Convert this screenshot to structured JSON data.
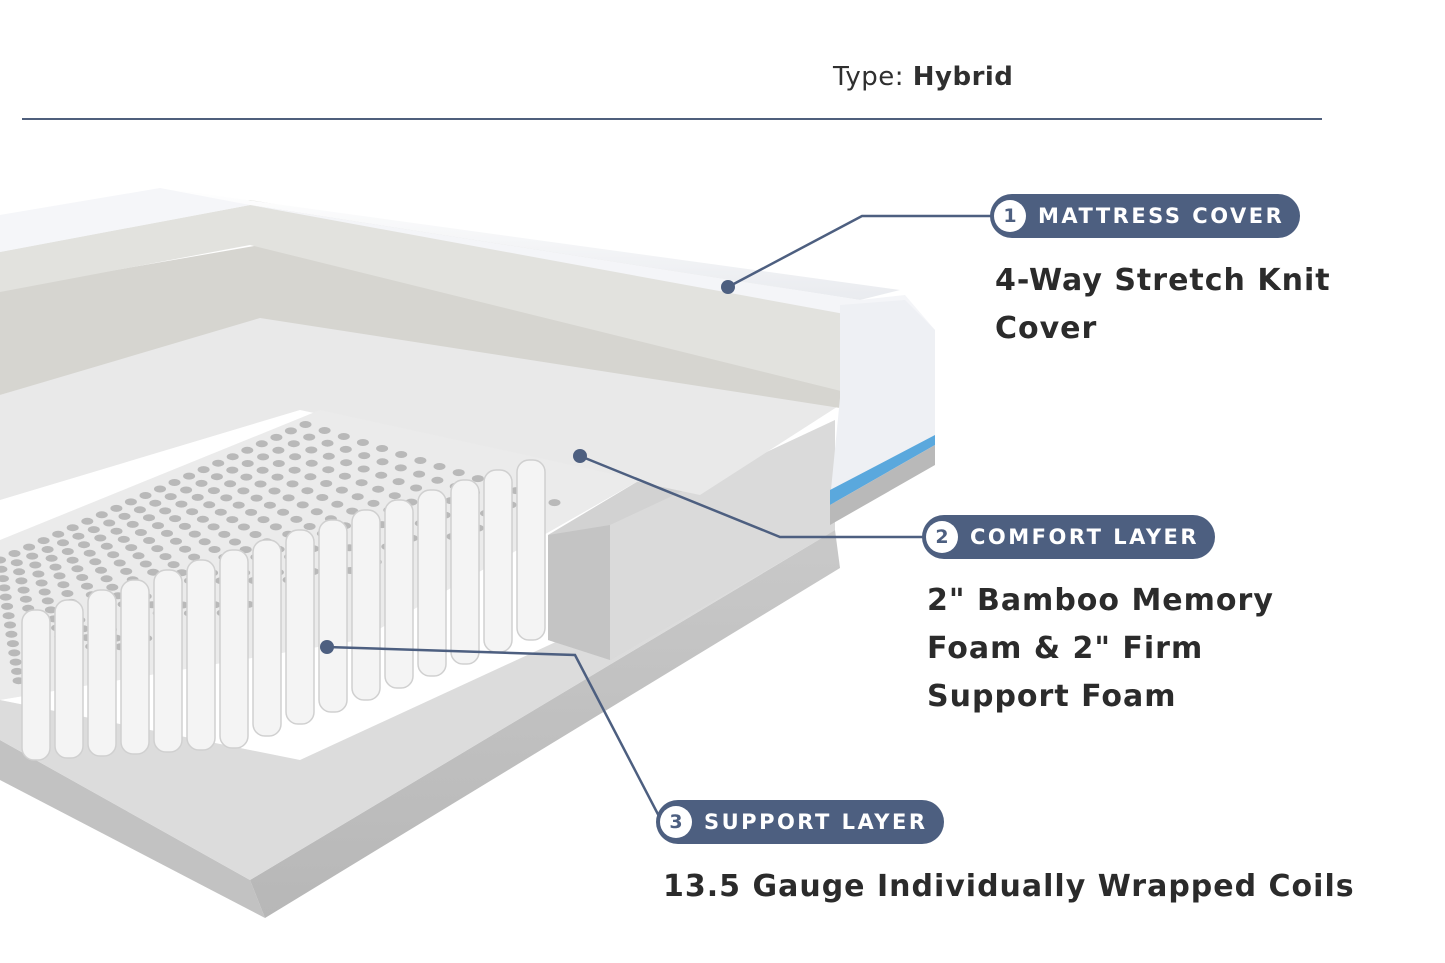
{
  "header": {
    "type_label": "Type:",
    "type_value": "Hybrid"
  },
  "layers": [
    {
      "number": "1",
      "name": "MATTRESS COVER",
      "description_lines": [
        "4-Way Stretch Knit",
        "Cover"
      ]
    },
    {
      "number": "2",
      "name": "COMFORT LAYER",
      "description_lines": [
        "2\" Bamboo Memory",
        "Foam & 2\" Firm",
        "Support Foam"
      ]
    },
    {
      "number": "3",
      "name": "SUPPORT LAYER",
      "description_lines": [
        "13.5 Gauge Individually Wrapped Coils"
      ]
    }
  ],
  "colors": {
    "accent": "#4d5f80",
    "divider": "#4f5f7c",
    "cover": "#f7f8fa",
    "comfort_foam": "#d9d9d6",
    "support_foam": "#cfcfcf",
    "coil": "#f2f2f2",
    "cool_stripe": "#5aa8dd"
  }
}
